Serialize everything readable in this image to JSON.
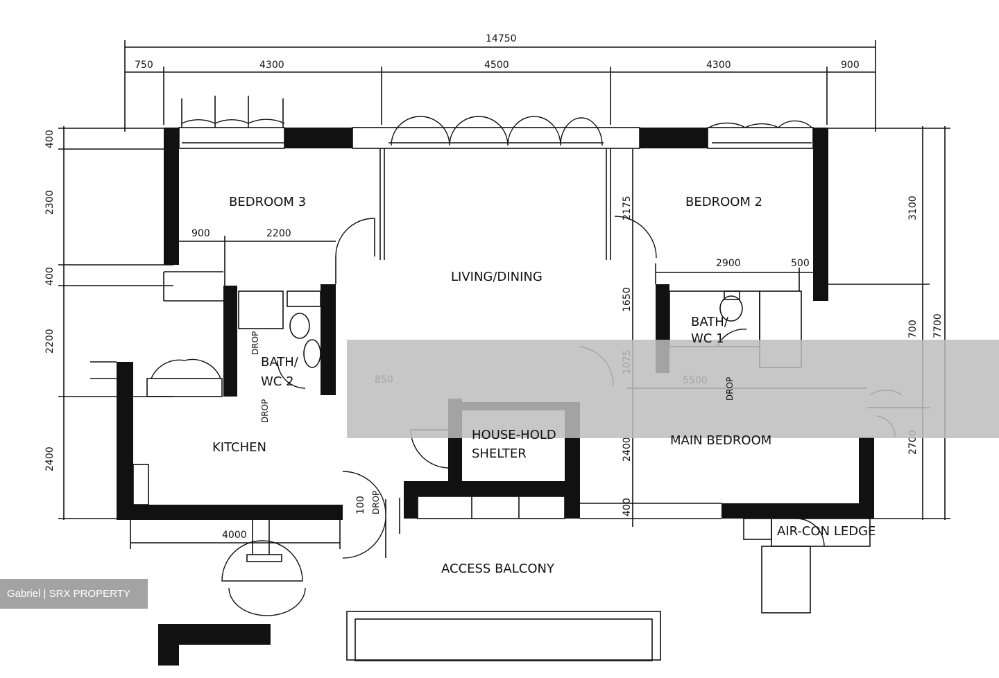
{
  "dimensions": {
    "overall": "14750",
    "top": [
      "750",
      "4300",
      "4500",
      "4300",
      "900"
    ],
    "left": [
      "400",
      "2300",
      "400",
      "2200",
      "2400"
    ],
    "right_outer": [
      "3100",
      "7700"
    ],
    "right_inner": [
      "700",
      "2700"
    ],
    "bottom": "4000",
    "interior": {
      "bed3_a": "900",
      "bed3_b": "2200",
      "bed2_a": "2900",
      "bed2_b": "500",
      "v2175": "2175",
      "v1650": "1650",
      "v1075": "1075",
      "h5500": "5500",
      "v2400": "2400",
      "v400": "400",
      "v100": "100",
      "h850": "850"
    }
  },
  "rooms": {
    "bedroom3": "BEDROOM 3",
    "bedroom2": "BEDROOM 2",
    "living": "LIVING/DINING",
    "bath1_line1": "BATH/",
    "bath1_line2": "WC 1",
    "bath2_line1": "BATH/",
    "bath2_line2": "WC 2",
    "kitchen": "KITCHEN",
    "shelter_line1": "HOUSE-HOLD",
    "shelter_line2": "SHELTER",
    "main_bedroom": "MAIN BEDROOM",
    "aircon": "AIR-CON LEDGE",
    "balcony": "ACCESS BALCONY"
  },
  "labels": {
    "drop": "DROP"
  },
  "watermark": "Gabriel | SRX PROPERTY"
}
